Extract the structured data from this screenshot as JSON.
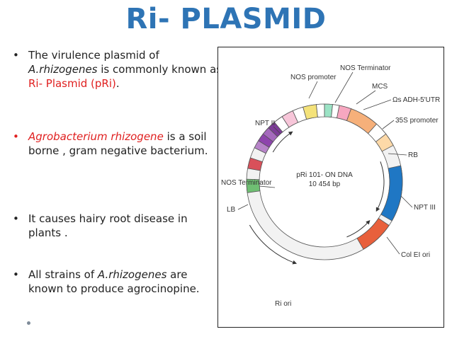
{
  "slide": {
    "title": "Ri- PLASMID",
    "bullets": [
      {
        "pre": "The virulence plasmid of ",
        "italic": "A.rhizogenes",
        "mid": " is commonly known as ",
        "red": "Ri- Plasmid (pRi)",
        "post": "."
      },
      {
        "red_italic": "Agrobacterium rhizogene",
        "post": " is a soil borne , gram negative bacterium."
      },
      {
        "text": "It causes hairy root disease in plants ."
      },
      {
        "pre": "All strains of ",
        "italic": "A.rhizogenes",
        "post": "  are known to produce agrocinopine."
      }
    ]
  },
  "diagram": {
    "center_line1": "pRi 101- ON DNA",
    "center_line2": "10 454 bp",
    "labels": {
      "nos_promoter": "NOS promoter",
      "nos_terminator_top": "NOS Terminator",
      "mcs": "MCS",
      "omega_adh": "Ωs ADH-5'UTR",
      "p35s": "35S promoter",
      "rb": "RB",
      "npt3": "NPT III",
      "colei": "Col EI ori",
      "riori": "Ri ori",
      "lb": "LB",
      "nos_terminator_left": "NOS Terminator",
      "npt2": "NPT II"
    }
  },
  "colors": {
    "title": "#2e74b5",
    "red_text": "#e02020",
    "npt3": "#1f77c4",
    "colei": "#e8603c",
    "p35s": "#f6b07a",
    "lb": "#6fbf73",
    "nos_term_left": "#d9505a",
    "npt2": "#9b59b6"
  }
}
